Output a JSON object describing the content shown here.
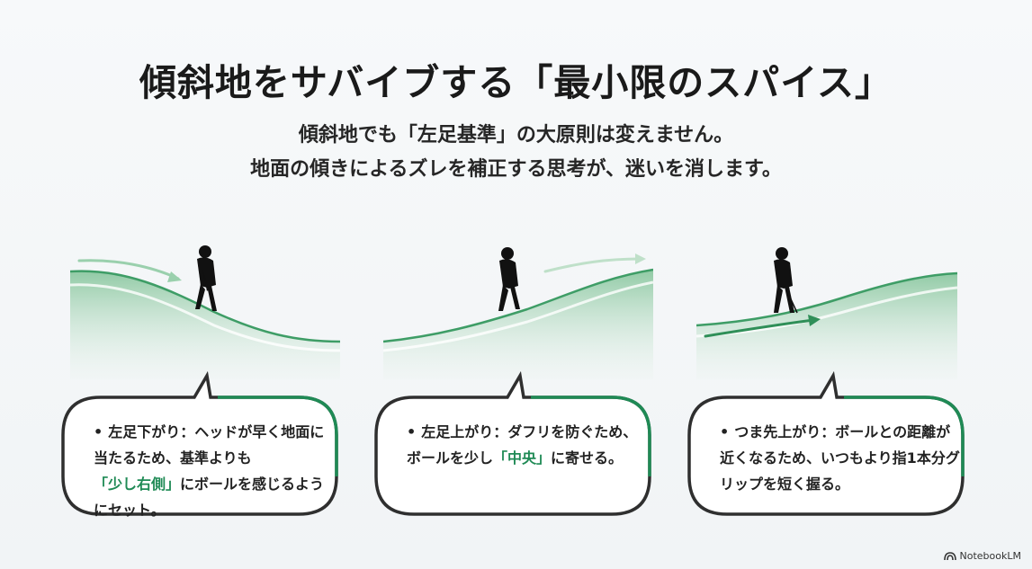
{
  "title": "傾斜地をサバイブする「最小限のスパイス」",
  "subtitle": {
    "line1": "傾斜地でも「左足基準」の大原則は変えません。",
    "line2": "地面の傾きによるズレを補正する思考が、迷いを消します。"
  },
  "panels": [
    {
      "slope": "downhill",
      "text_before": "左足下がり：ヘッドが早く地面に当たるため、基準よりも",
      "highlight": "「少し右側」",
      "text_after": "にボールを感じるようにセット。"
    },
    {
      "slope": "uphill",
      "text_before": "左足上がり：ダフリを防ぐため、ボールを少し",
      "highlight": "「中央」",
      "text_after": "に寄せる。"
    },
    {
      "slope": "toe-up",
      "text_before": "つま先上がり：ボールとの距離が近くなるため、いつもより指1本分グリップを短く握る。",
      "highlight": "",
      "text_after": ""
    }
  ],
  "colors": {
    "accent_green": "#1f8a55",
    "slope_green": "#8cc9a1",
    "bubble_border": "#3a3a3a"
  },
  "footer": {
    "brand": "NotebookLM",
    "icon": "notebooklm-logo-icon"
  }
}
